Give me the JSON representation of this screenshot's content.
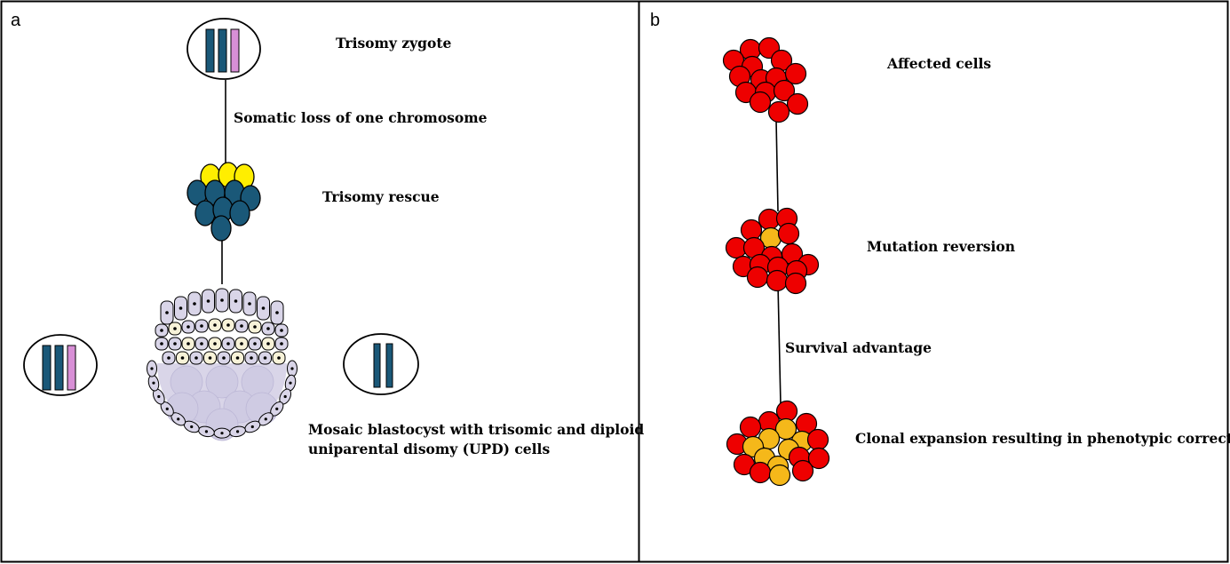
{
  "panels": [
    {
      "letter": "a",
      "labels": {
        "zygote": "Trisomy zygote",
        "loss": "Somatic loss of one chromosome",
        "rescue": "Trisomy rescue",
        "mosaic_line1": "Mosaic blastocyst with trisomic and diploid",
        "mosaic_line2": "uniparental disomy (UPD) cells"
      }
    },
    {
      "letter": "b",
      "labels": {
        "affected": "Affected cells",
        "reversion": "Mutation reversion",
        "advantage": "Survival advantage",
        "clonal": "Clonal expansion resulting in phenotypic correction"
      }
    }
  ],
  "colors": {
    "chromosome_blue": "#1a5878",
    "chromosome_pink": "#d88fd6",
    "cell_yellow": "#ffee00",
    "cell_blue": "#1a5878",
    "affected_red": "#ee0000",
    "corrected_orange": "#f5b81a",
    "blastocyst_lilac": "#d9d5e8",
    "blastocyst_cream": "#f7f2d8"
  }
}
